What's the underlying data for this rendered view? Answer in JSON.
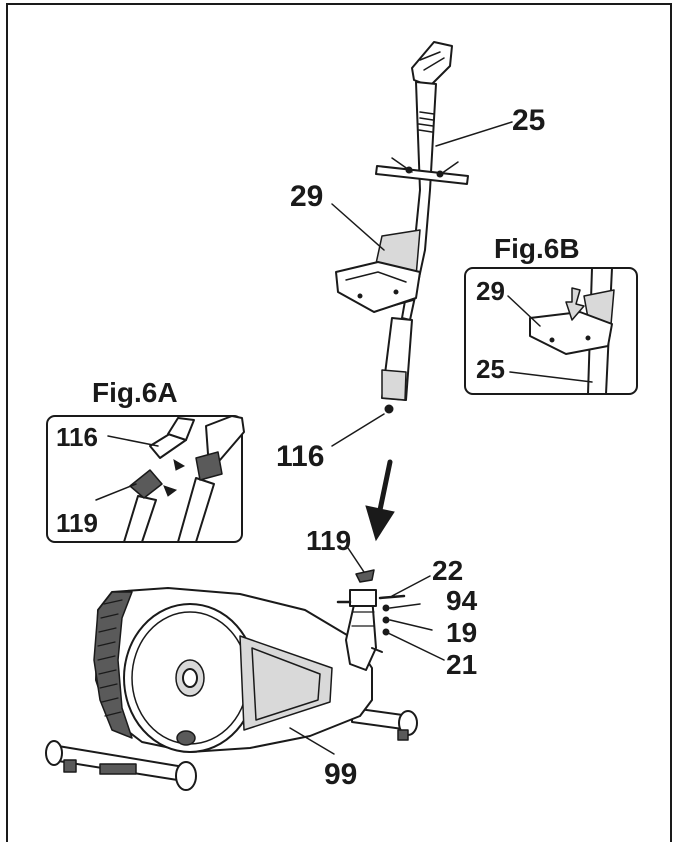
{
  "callouts": {
    "c25_top": "25",
    "c29_main": "29",
    "c116_main": "116",
    "c119_main": "119",
    "c22": "22",
    "c94": "94",
    "c19": "19",
    "c21": "21",
    "c99": "99"
  },
  "fig6b": {
    "title": "Fig.6B",
    "c29": "29",
    "c25": "25"
  },
  "fig6a": {
    "title": "Fig.6A",
    "c116": "116",
    "c119": "119"
  }
}
